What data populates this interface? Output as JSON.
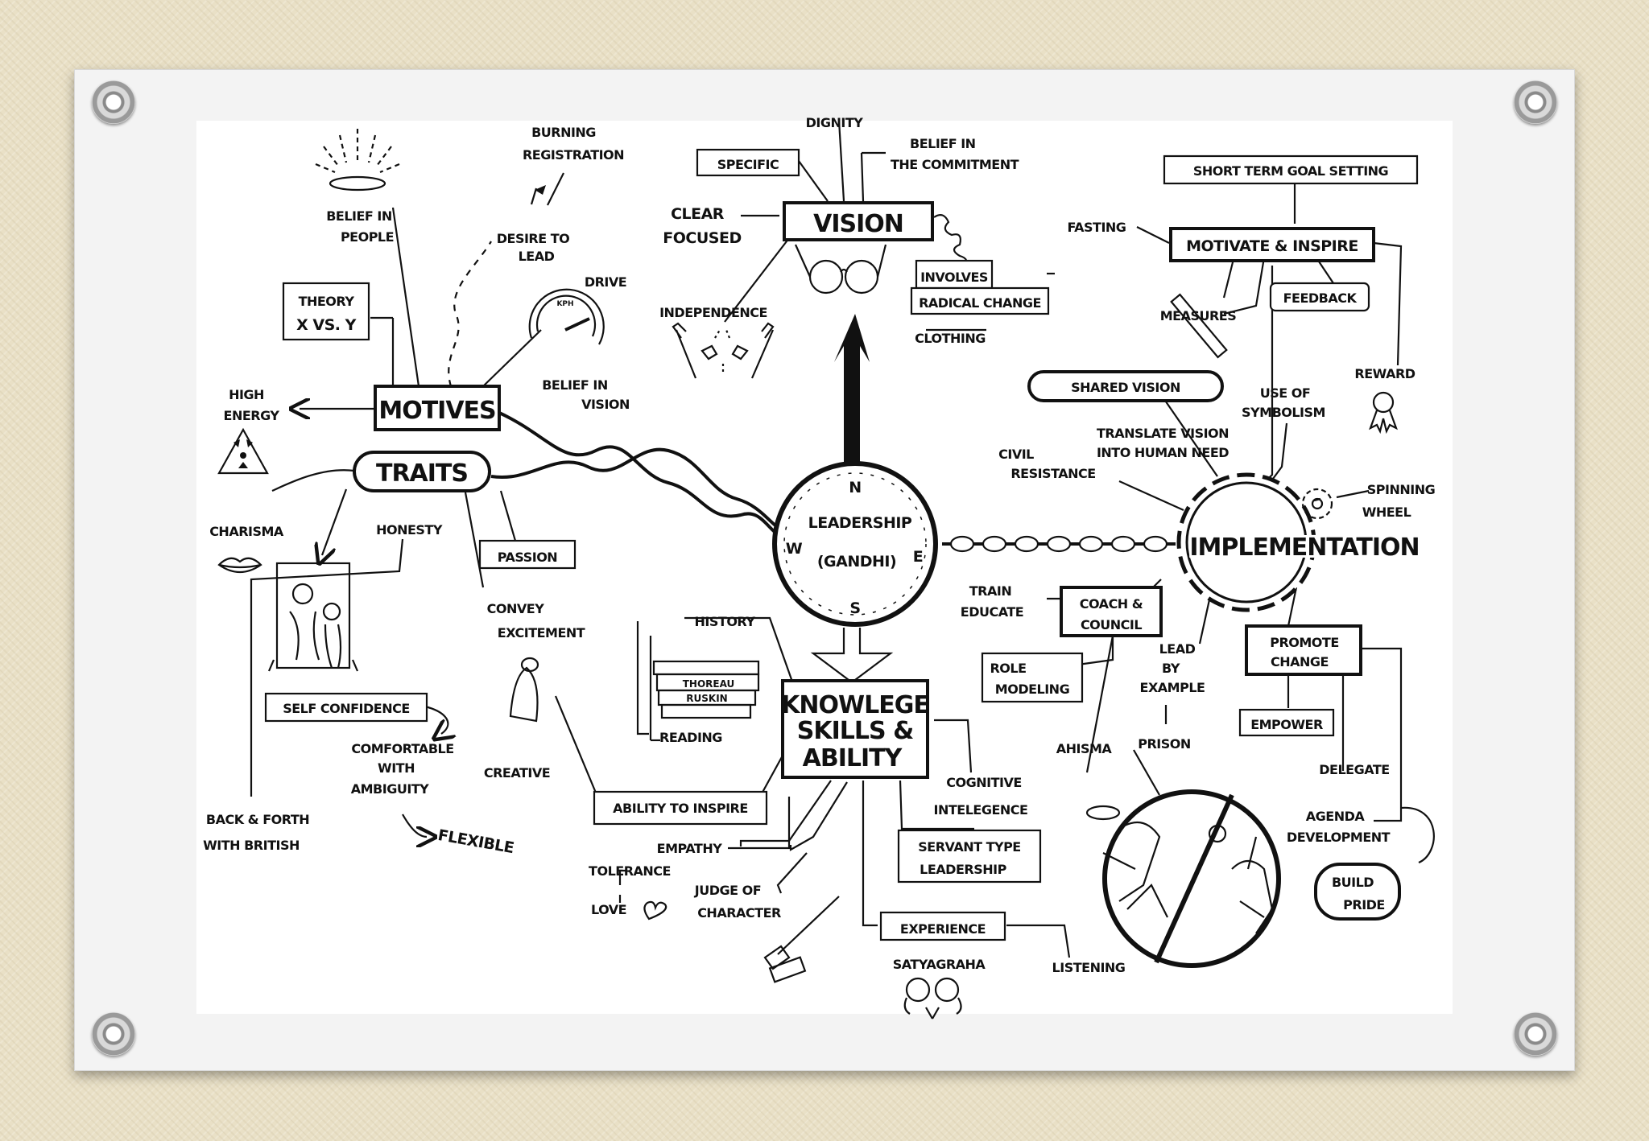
{
  "center": {
    "title": "LEADERSHIP",
    "subtitle": "(GANDHI)",
    "n": "N",
    "s": "S",
    "e": "E",
    "w": "W"
  },
  "nodes": {
    "vision": "VISION",
    "motives": "MOTIVES",
    "traits": "TRAITS",
    "implementation": "IMPLEMENTATION",
    "knowledge_1": "KNOWLEGE",
    "knowledge_2": "SKILLS &",
    "knowledge_3": "ABILITY"
  },
  "labels": {
    "dignity": "DIGNITY",
    "specific": "SPECIFIC",
    "belief_commitment_1": "BELIEF IN",
    "belief_commitment_2": "THE COMMITMENT",
    "clear": "CLEAR",
    "focused": "FOCUSED",
    "independence": "INDEPENDENCE",
    "involves": "INVOLVES",
    "radical_change": "RADICAL CHANGE",
    "clothing": "CLOTHING",
    "burning_1": "BURNING",
    "burning_2": "REGISTRATION",
    "belief_people_1": "BELIEF IN",
    "belief_people_2": "PEOPLE",
    "desire_1": "DESIRE TO",
    "desire_2": "LEAD",
    "drive": "DRIVE",
    "theory_1": "THEORY",
    "theory_2": "X VS. Y",
    "belief_vision_1": "BELIEF IN",
    "belief_vision_2": "VISION",
    "high_energy_1": "HIGH",
    "high_energy_2": "ENERGY",
    "charisma": "CHARISMA",
    "honesty": "HONESTY",
    "passion": "PASSION",
    "convey_1": "CONVEY",
    "convey_2": "EXCITEMENT",
    "self_confidence": "SELF CONFIDENCE",
    "comfortable_1": "COMFORTABLE",
    "comfortable_2": "WITH",
    "comfortable_3": "AMBIGUITY",
    "flexible": "FLEXIBLE",
    "back_forth_1": "BACK & FORTH",
    "back_forth_2": "WITH BRITISH",
    "creative": "CREATIVE",
    "history": "HISTORY",
    "book_1": "THOREAU",
    "book_2": "RUSKIN",
    "reading": "READING",
    "ability_inspire": "ABILITY TO INSPIRE",
    "empathy": "EMPATHY",
    "tolerance": "TOLERANCE",
    "love": "LOVE",
    "judge_1": "JUDGE OF",
    "judge_2": "CHARACTER",
    "cognitive_1": "COGNITIVE",
    "cognitive_2": "INTELEGENCE",
    "servant_1": "SERVANT TYPE",
    "servant_2": "LEADERSHIP",
    "experience": "EXPERIENCE",
    "satyagraha": "SATYAGRAHA",
    "listening": "LISTENING",
    "short_term": "SHORT TERM GOAL SETTING",
    "fasting": "FASTING",
    "motivate": "MOTIVATE & INSPIRE",
    "measures": "MEASURES",
    "feedback": "FEEDBACK",
    "reward": "REWARD",
    "shared_vision": "SHARED VISION",
    "symbolism_1": "USE OF",
    "symbolism_2": "SYMBOLISM",
    "translate_1": "TRANSLATE VISION",
    "translate_2": "INTO HUMAN NEED",
    "civil_1": "CIVIL",
    "civil_2": "RESISTANCE",
    "spinning_1": "SPINNING",
    "spinning_2": "WHEEL",
    "train_1": "TRAIN",
    "train_2": "EDUCATE",
    "coach_1": "COACH &",
    "coach_2": "COUNCIL",
    "role_1": "ROLE",
    "role_2": "MODELING",
    "lead_1": "LEAD",
    "lead_2": "BY",
    "lead_3": "EXAMPLE",
    "promote_1": "PROMOTE",
    "promote_2": "CHANGE",
    "empower": "EMPOWER",
    "ahisma": "AHISMA",
    "prison": "PRISON",
    "delegate": "DELEGATE",
    "agenda_1": "AGENDA",
    "agenda_2": "DEVELOPMENT",
    "build_1": "BUILD",
    "build_2": "PRIDE",
    "kph": "KPH"
  }
}
